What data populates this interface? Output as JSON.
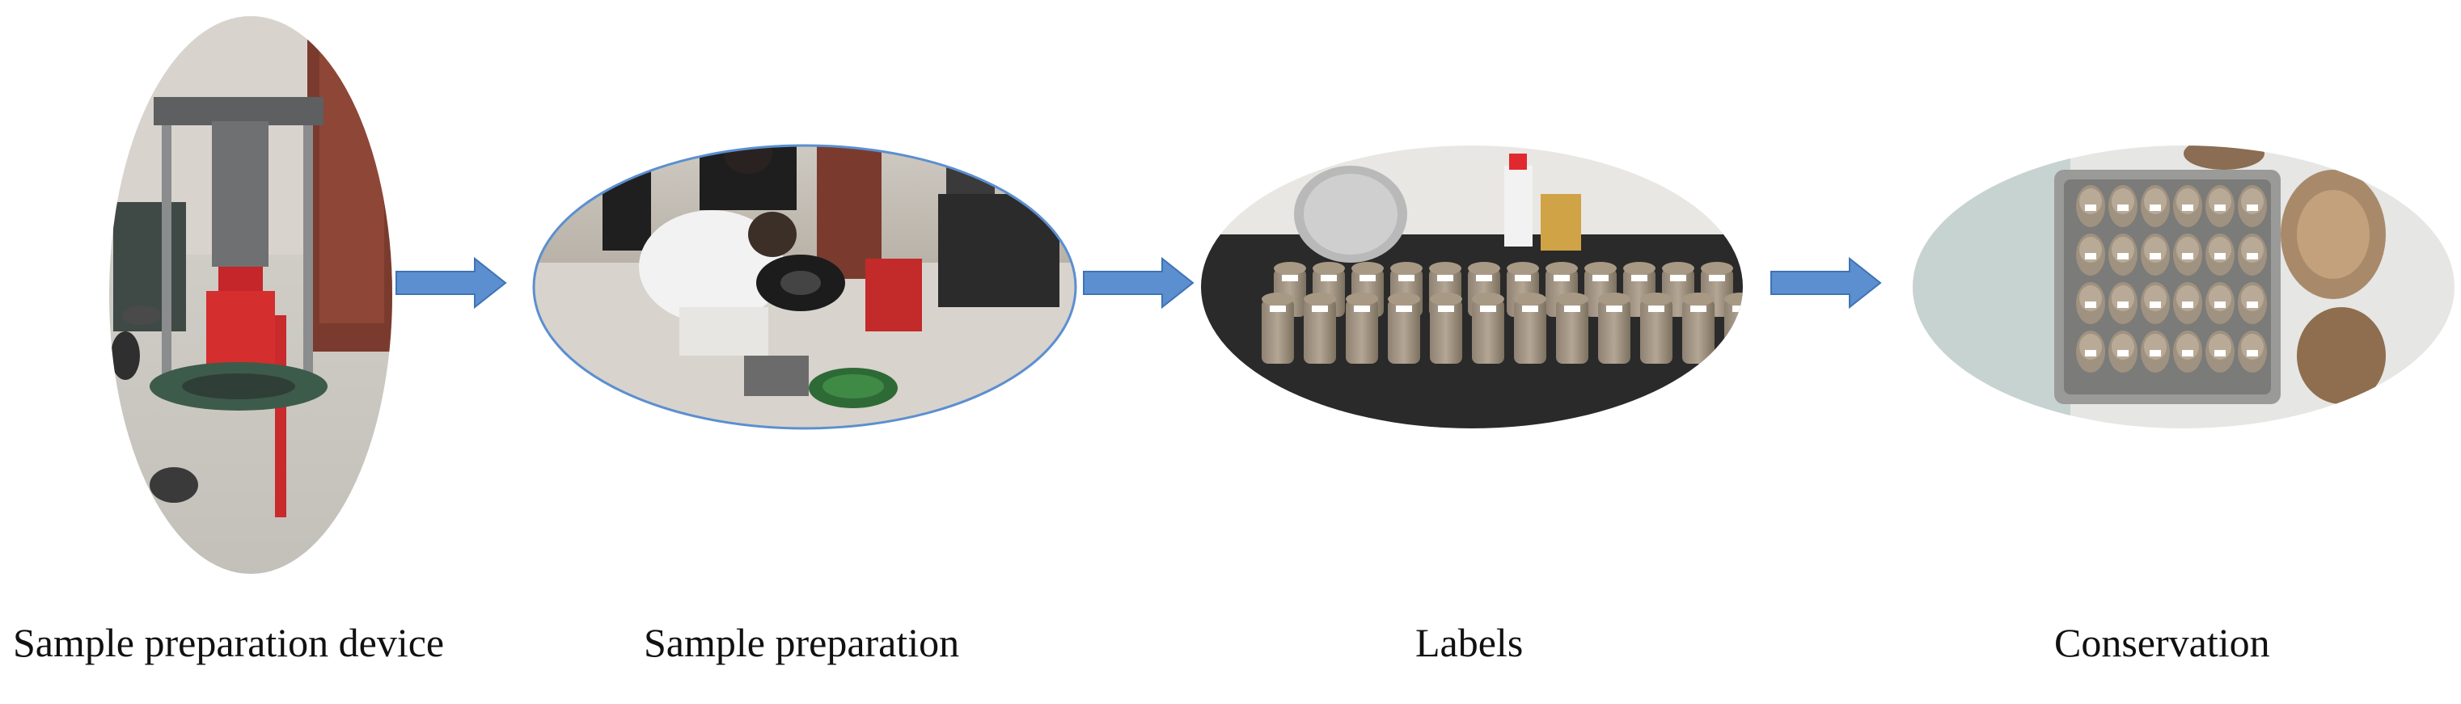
{
  "steps": [
    {
      "label": "Sample preparation device",
      "photo": "hydraulic-jack-press-photo"
    },
    {
      "label": "Sample preparation",
      "photo": "workers-compacting-sample-photo"
    },
    {
      "label": "Labels",
      "photo": "labeled-cylindrical-samples-photo"
    },
    {
      "label": "Conservation",
      "photo": "samples-in-curing-tray-photo"
    }
  ],
  "arrow_color": "#5b8fd0"
}
